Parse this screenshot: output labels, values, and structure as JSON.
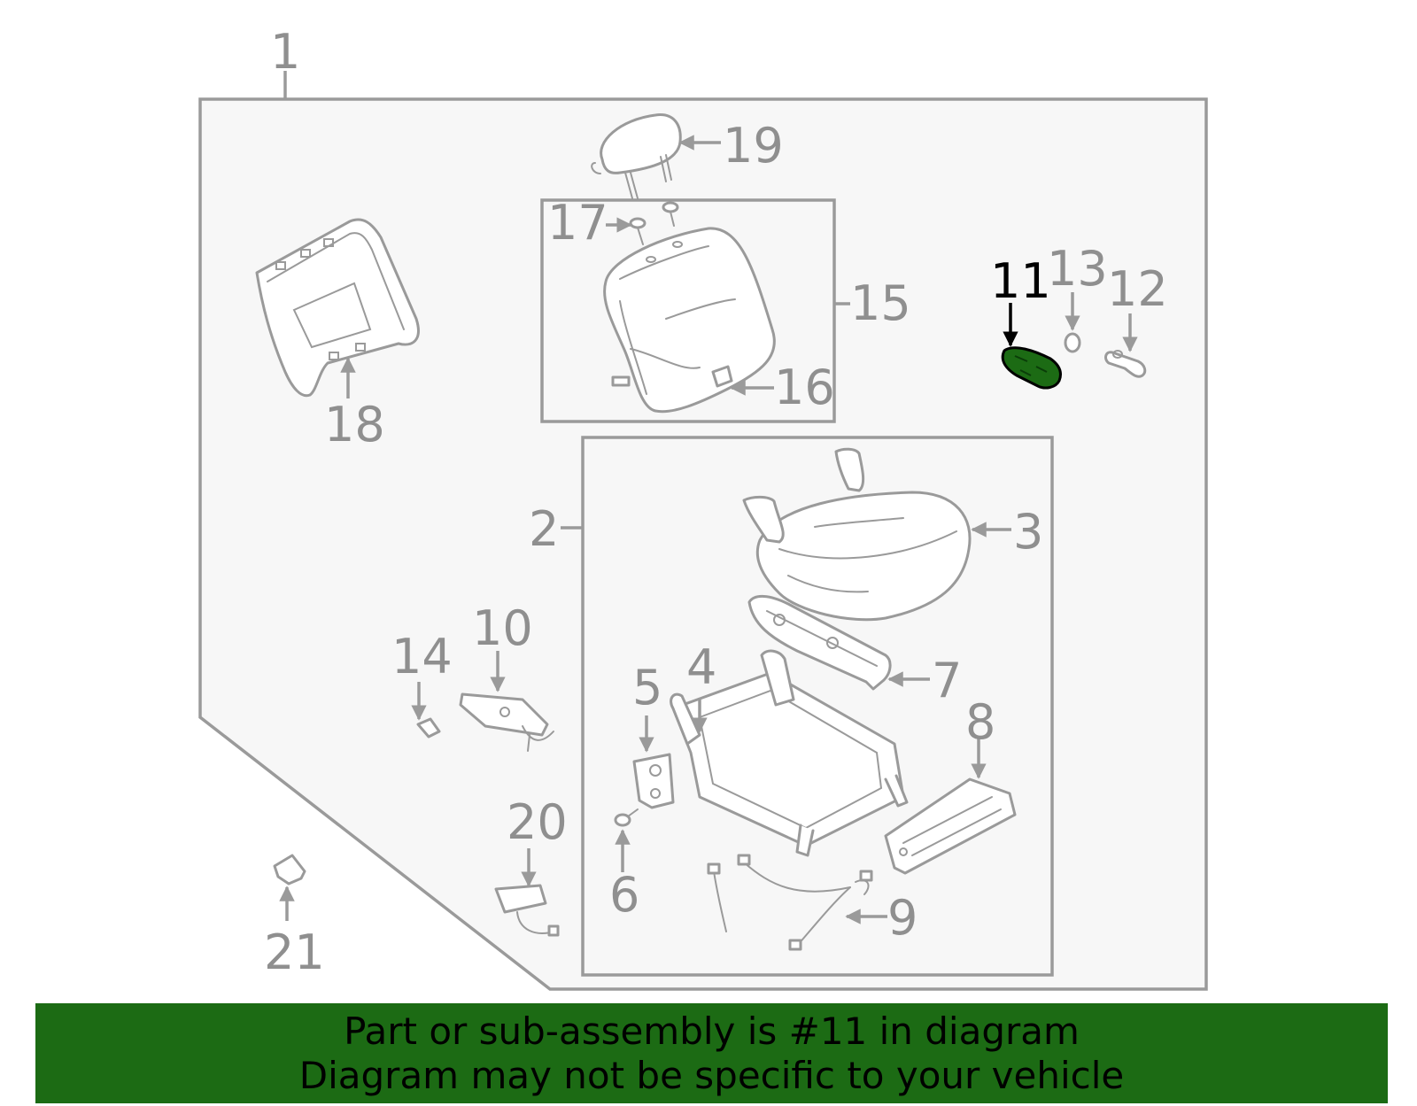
{
  "callouts": {
    "c1": "1",
    "c2": "2",
    "c3": "3",
    "c4": "4",
    "c5": "5",
    "c6": "6",
    "c7": "7",
    "c8": "8",
    "c9": "9",
    "c10": "10",
    "c11": "11",
    "c12": "12",
    "c13": "13",
    "c14": "14",
    "c15": "15",
    "c16": "16",
    "c17": "17",
    "c18": "18",
    "c19": "19",
    "c20": "20",
    "c21": "21"
  },
  "highlighted_part": "11",
  "colors": {
    "highlight_banner": "#1c6b14",
    "highlight_part": "#1c6b14",
    "outline": "#9a9a9a",
    "panel": "#f7f7f7"
  },
  "banner": {
    "line1": "Part or sub-assembly is #11 in diagram",
    "line2": "Diagram may not be specific to your vehicle"
  }
}
